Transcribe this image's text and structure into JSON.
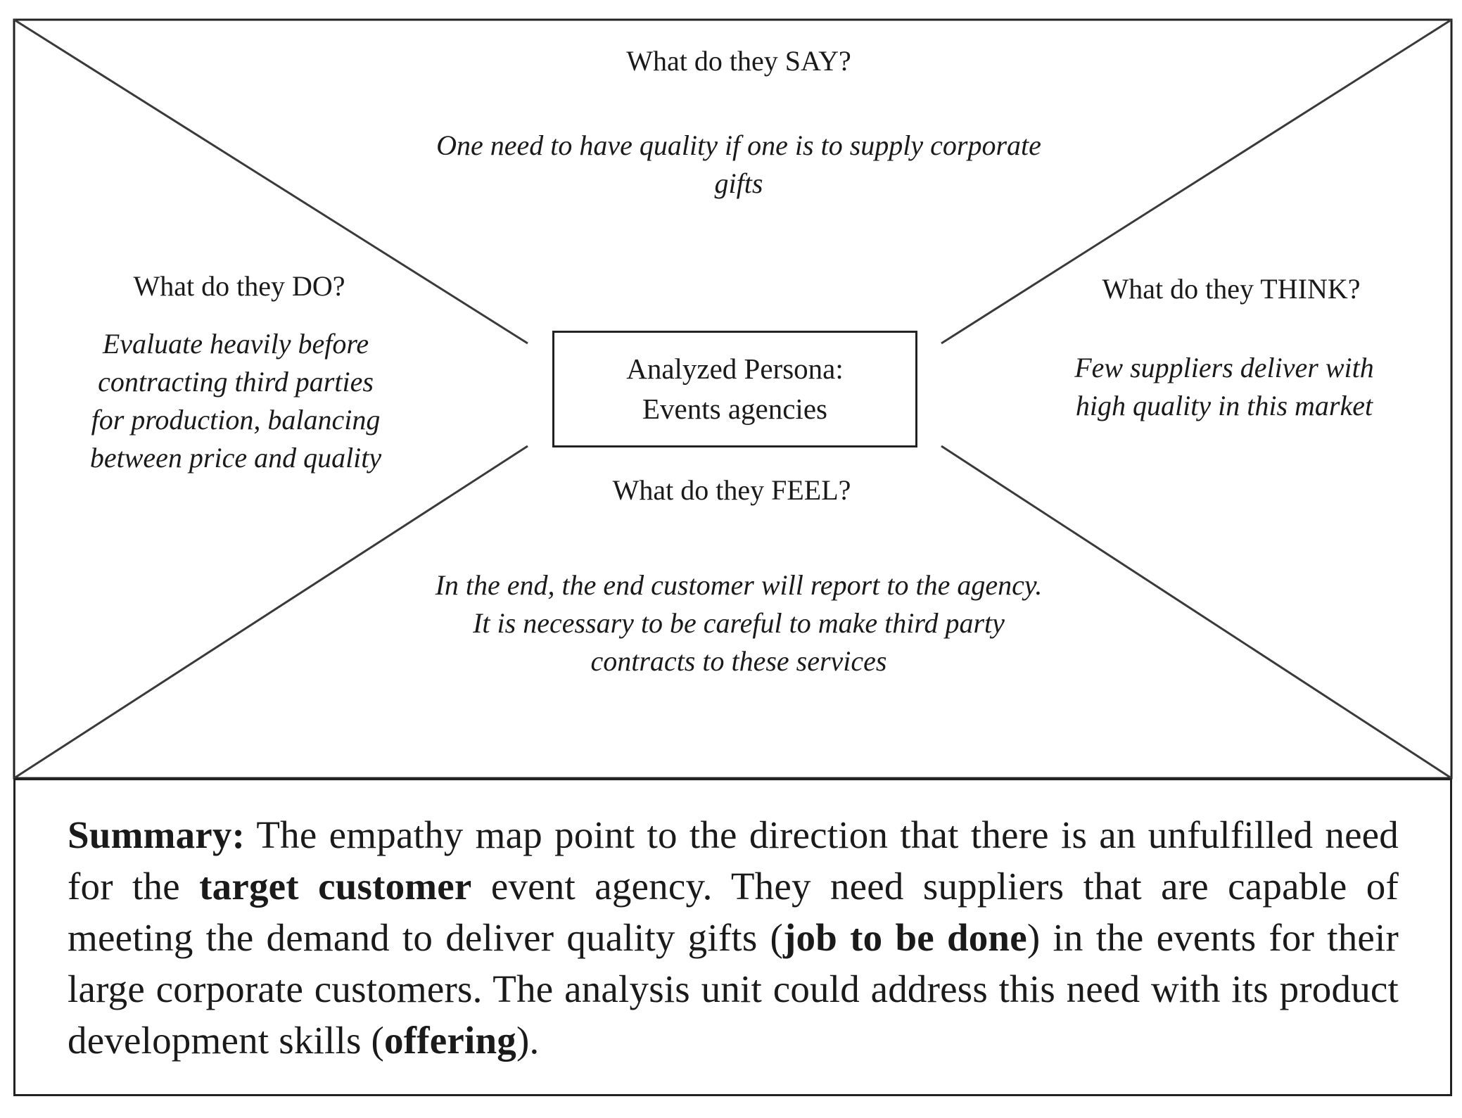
{
  "diagram": {
    "title": "",
    "persona": {
      "line1": "Analyzed Persona:",
      "line2": "Events agencies"
    },
    "quadrants": {
      "say": {
        "heading": "What do they SAY?",
        "lines": [
          "One need to have quality if one is to supply corporate",
          "gifts"
        ]
      },
      "do": {
        "heading": "What do they DO?",
        "lines": [
          "Evaluate heavily before",
          "contracting third parties",
          "for production, balancing",
          "between price and quality"
        ]
      },
      "think": {
        "heading": "What do they THINK?",
        "lines": [
          "Few suppliers deliver with",
          "high quality in this market"
        ]
      },
      "feel": {
        "heading": "What do they FEEL?",
        "lines": [
          "In the end, the end customer will report to the agency.",
          "It is necessary to be careful to make third party",
          "contracts to these services"
        ]
      }
    },
    "summary": {
      "label": "Summary:",
      "t1": " The empathy map point to the direction that there is an unfulfilled need for the ",
      "b1": "target customer",
      "t2": " event agency. They need suppliers that are capable of meeting the demand to deliver quality gifts (",
      "b2": "job to be done",
      "t3": ") in the events for their large corporate customers. The analysis unit could address this need with its product development skills (",
      "b3": "offering",
      "t4": ")."
    },
    "colors": {
      "line": "#3a3a3a",
      "border": "#222222",
      "text": "#1a1a1a"
    }
  }
}
